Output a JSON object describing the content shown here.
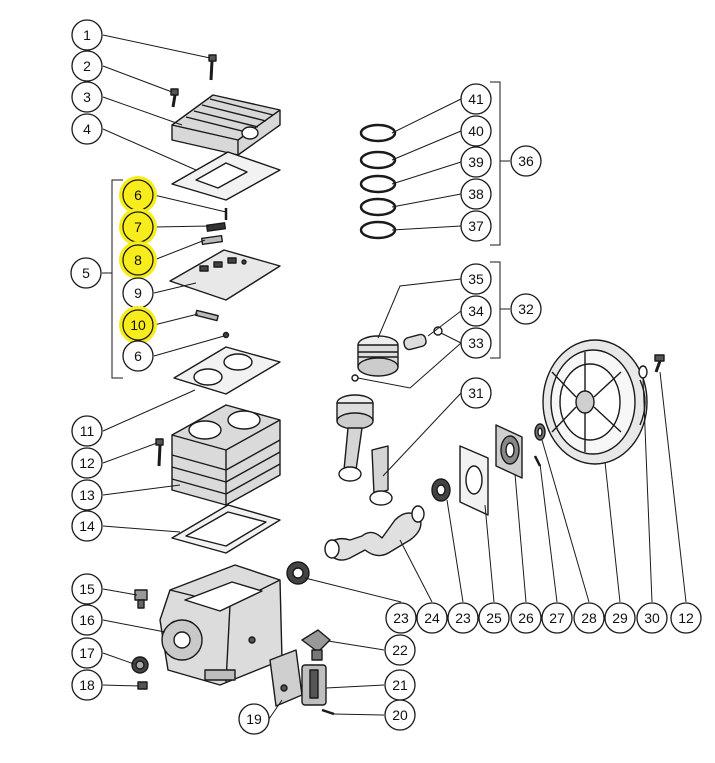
{
  "diagram": {
    "colors": {
      "line": "#1a1a1a",
      "highlight": "#f7ec1c",
      "part": "#e6e6e6",
      "part_dark": "#a9a9a9"
    },
    "callouts": [
      {
        "id": "c1",
        "label": "1"
      },
      {
        "id": "c2",
        "label": "2"
      },
      {
        "id": "c3",
        "label": "3"
      },
      {
        "id": "c4",
        "label": "4"
      },
      {
        "id": "c6a",
        "label": "6",
        "highlighted": true
      },
      {
        "id": "c7",
        "label": "7",
        "highlighted": true
      },
      {
        "id": "c8",
        "label": "8",
        "highlighted": true
      },
      {
        "id": "c5",
        "label": "5"
      },
      {
        "id": "c9",
        "label": "9"
      },
      {
        "id": "c10",
        "label": "10",
        "highlighted": true
      },
      {
        "id": "c6b",
        "label": "6"
      },
      {
        "id": "c11",
        "label": "11"
      },
      {
        "id": "c12a",
        "label": "12"
      },
      {
        "id": "c13",
        "label": "13"
      },
      {
        "id": "c14",
        "label": "14"
      },
      {
        "id": "c15",
        "label": "15"
      },
      {
        "id": "c16",
        "label": "16"
      },
      {
        "id": "c17",
        "label": "17"
      },
      {
        "id": "c18",
        "label": "18"
      },
      {
        "id": "c19",
        "label": "19"
      },
      {
        "id": "c41",
        "label": "41"
      },
      {
        "id": "c40",
        "label": "40"
      },
      {
        "id": "c39",
        "label": "39"
      },
      {
        "id": "c38",
        "label": "38"
      },
      {
        "id": "c37",
        "label": "37"
      },
      {
        "id": "c36",
        "label": "36"
      },
      {
        "id": "c35",
        "label": "35"
      },
      {
        "id": "c34",
        "label": "34"
      },
      {
        "id": "c33",
        "label": "33"
      },
      {
        "id": "c32",
        "label": "32"
      },
      {
        "id": "c31",
        "label": "31"
      },
      {
        "id": "c22",
        "label": "22"
      },
      {
        "id": "c21",
        "label": "21"
      },
      {
        "id": "c20",
        "label": "20"
      },
      {
        "id": "c23a",
        "label": "23"
      },
      {
        "id": "c24",
        "label": "24"
      },
      {
        "id": "c23b",
        "label": "23"
      },
      {
        "id": "c25",
        "label": "25"
      },
      {
        "id": "c26",
        "label": "26"
      },
      {
        "id": "c27",
        "label": "27"
      },
      {
        "id": "c28",
        "label": "28"
      },
      {
        "id": "c29",
        "label": "29"
      },
      {
        "id": "c30",
        "label": "30"
      },
      {
        "id": "c12b",
        "label": "12"
      }
    ]
  }
}
